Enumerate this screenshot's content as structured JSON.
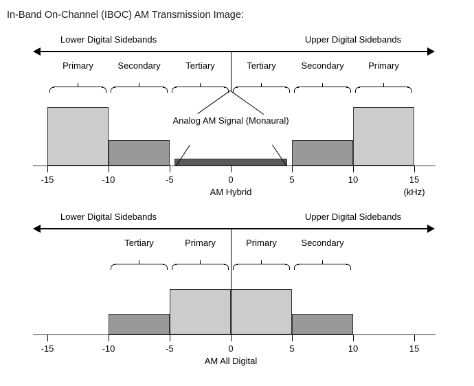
{
  "page": {
    "title": "In-Band On-Channel (IBOC) AM Transmission Image:"
  },
  "chart_data": [
    {
      "id": "am-hybrid",
      "type": "bar",
      "title": "AM Hybrid",
      "xlabel": "(kHz)",
      "ylabel": "",
      "xlim": [
        -16.5,
        16.5
      ],
      "xticks": [
        -15,
        -10,
        -5,
        0,
        5,
        10,
        15
      ],
      "xticklabels": [
        "-15",
        "-10",
        "-5",
        "0",
        "5",
        "10",
        "15"
      ],
      "grid": false,
      "sideband_headers": {
        "lower": "Lower Digital Sidebands",
        "upper": "Upper Digital Sidebands"
      },
      "annotation": "Analog AM Signal (Monaural)",
      "bands": [
        {
          "label": "Primary",
          "x0": -15,
          "x1": -10,
          "height": 85,
          "color": "#cccccc"
        },
        {
          "label": "Secondary",
          "x0": -10,
          "x1": -5,
          "height": 37,
          "color": "#999999"
        },
        {
          "label": "Tertiary",
          "x0": -5,
          "x1": 0,
          "height": 0,
          "color": "#cccccc"
        },
        {
          "label": "Tertiary",
          "x0": 0,
          "x1": 5,
          "height": 0,
          "color": "#cccccc"
        },
        {
          "label": "Secondary",
          "x0": 5,
          "x1": 10,
          "height": 37,
          "color": "#999999"
        },
        {
          "label": "Primary",
          "x0": 10,
          "x1": 15,
          "height": 85,
          "color": "#cccccc"
        }
      ],
      "analog_signal": {
        "x0": -4.6,
        "x1": 4.6,
        "height": 10,
        "color": "#595959"
      }
    },
    {
      "id": "am-all-digital",
      "type": "bar",
      "title": "AM All Digital",
      "xlabel": "",
      "ylabel": "",
      "xlim": [
        -16.5,
        16.5
      ],
      "xticks": [
        -15,
        -10,
        -5,
        0,
        5,
        10,
        15
      ],
      "xticklabels": [
        "-15",
        "-10",
        "-5",
        "0",
        "5",
        "10",
        "15"
      ],
      "grid": false,
      "sideband_headers": {
        "lower": "Lower Digital Sidebands",
        "upper": "Upper Digital Sidebands"
      },
      "bands": [
        {
          "label": "Tertiary",
          "x0": -10,
          "x1": -5,
          "height": 30,
          "color": "#999999"
        },
        {
          "label": "Primary",
          "x0": -5,
          "x1": 0,
          "height": 66,
          "color": "#cccccc"
        },
        {
          "label": "Primary",
          "x0": 0,
          "x1": 5,
          "height": 66,
          "color": "#cccccc"
        },
        {
          "label": "Secondary",
          "x0": 5,
          "x1": 10,
          "height": 30,
          "color": "#999999"
        }
      ]
    }
  ],
  "colors": {
    "primary_band": "#cccccc",
    "secondary_band": "#999999",
    "analog_band": "#595959",
    "outline": "#333333",
    "axis": "#000000"
  }
}
